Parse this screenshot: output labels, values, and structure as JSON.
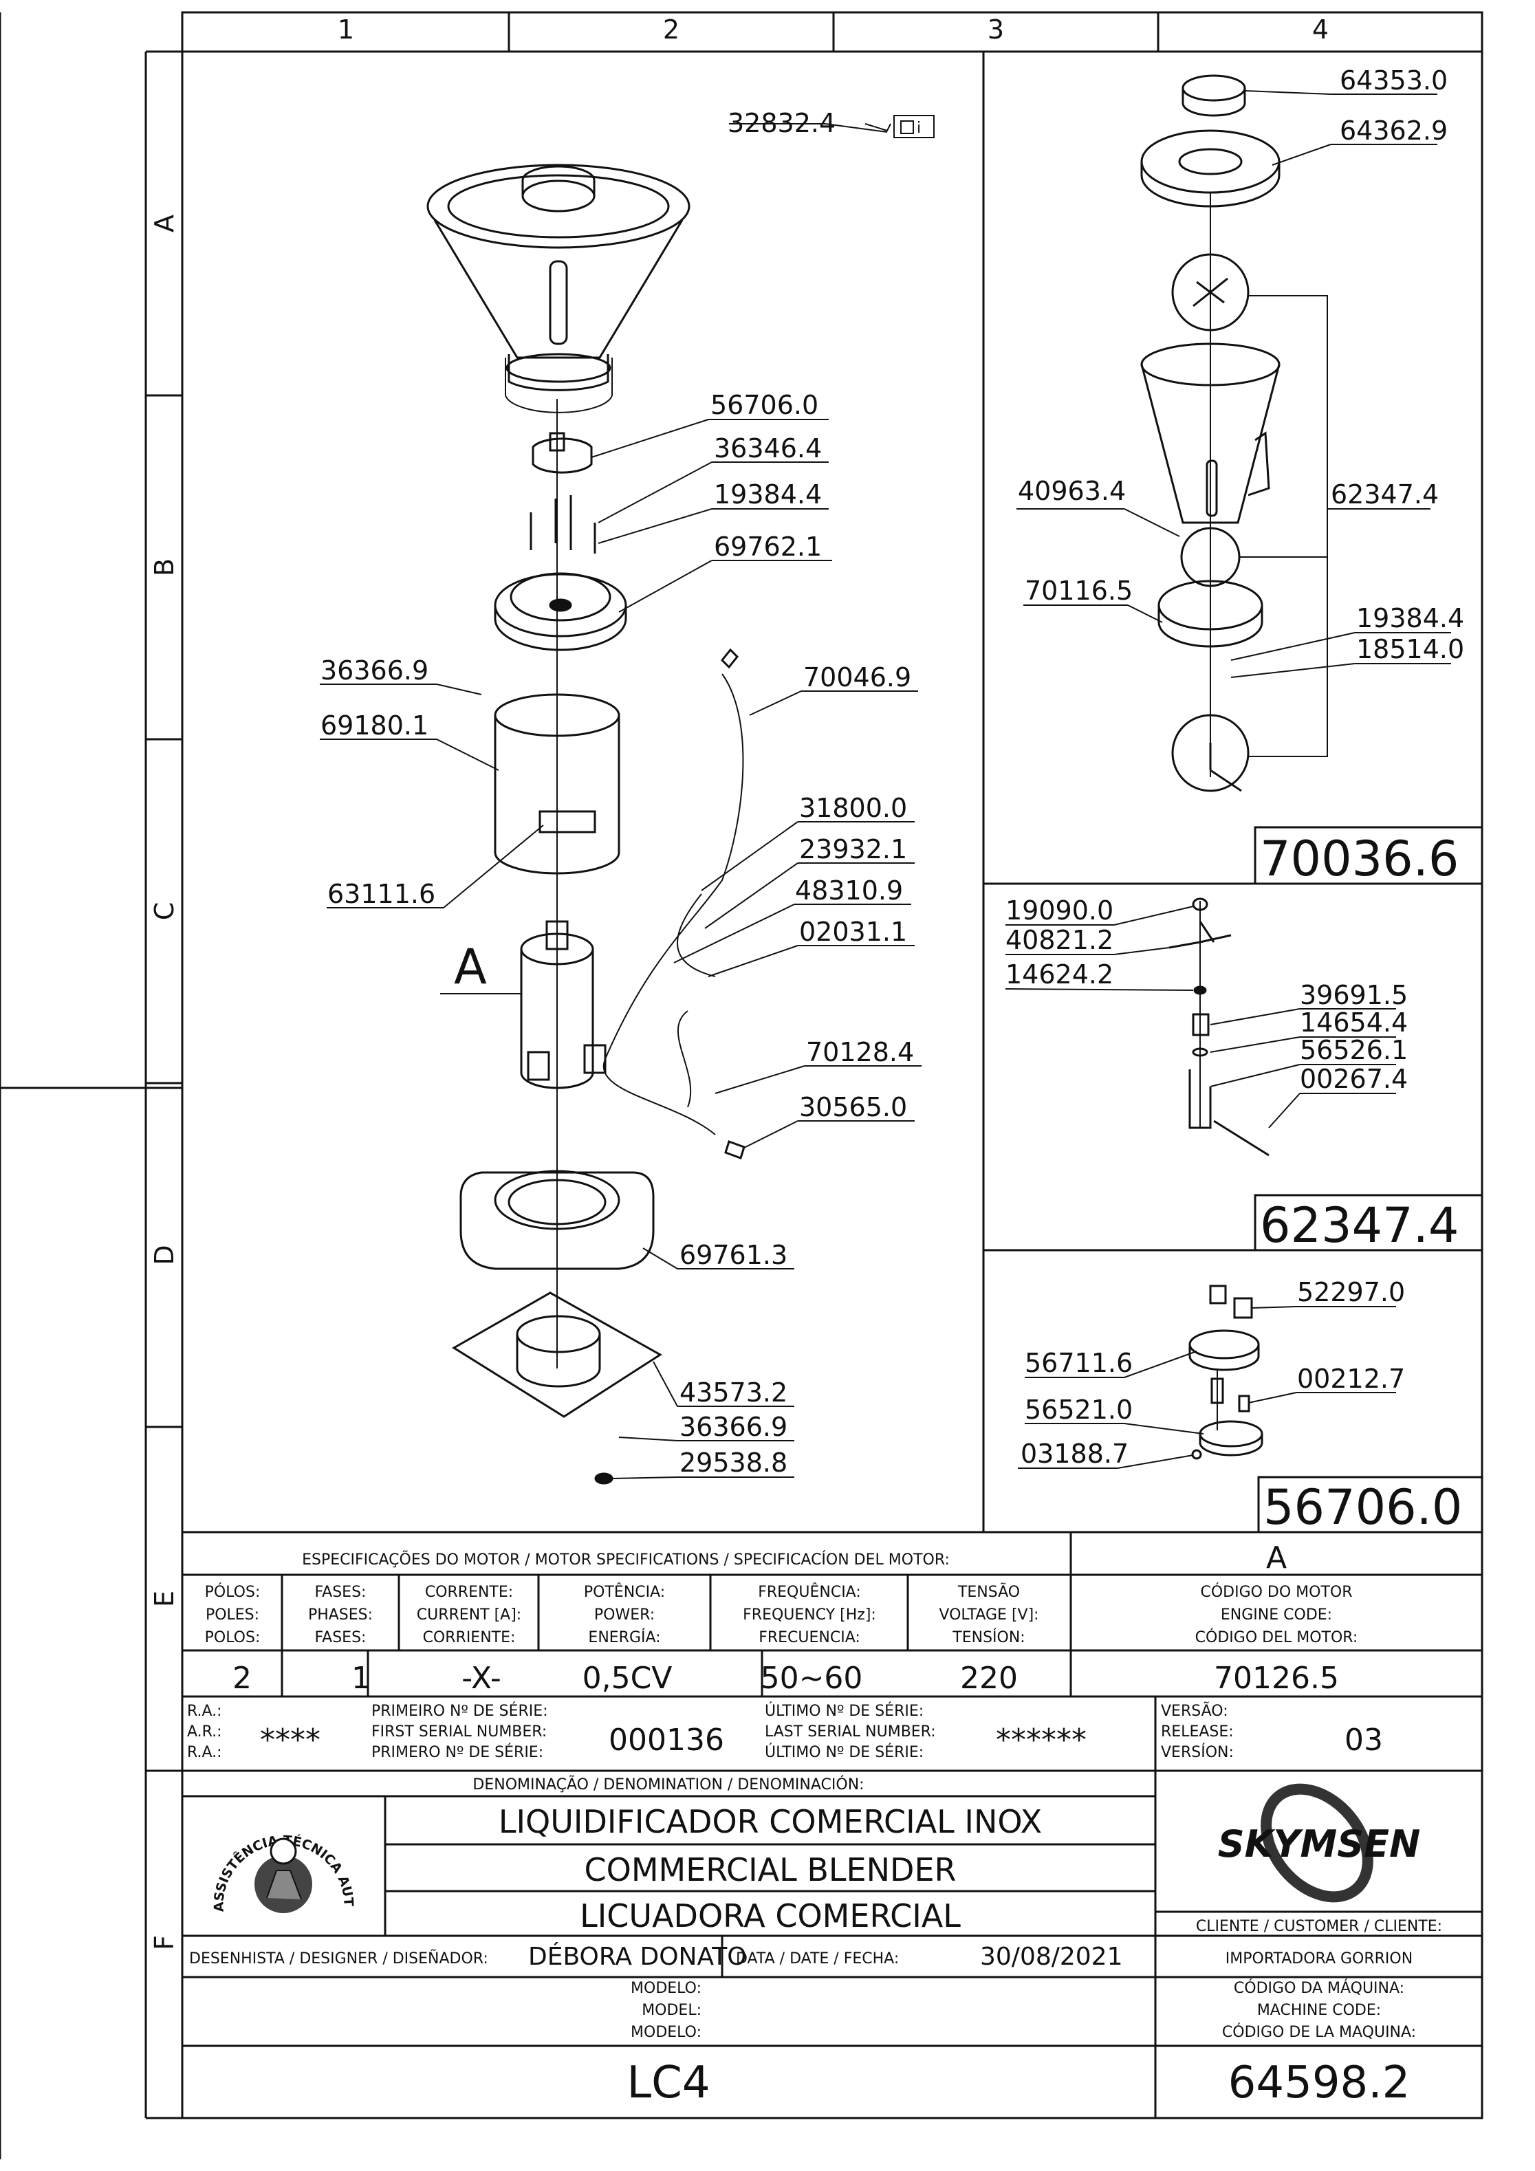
{
  "grid": {
    "columns": [
      "1",
      "2",
      "3",
      "4"
    ],
    "rows": [
      "A",
      "B",
      "C",
      "D",
      "E",
      "F"
    ]
  },
  "main_view": {
    "view_letter": "A",
    "manual_ref": "32832.4",
    "manual_icon": "info-book-icon",
    "parts": [
      "56706.0",
      "36346.4",
      "19384.4",
      "69762.1",
      "36366.9",
      "69180.1",
      "70046.9",
      "31800.0",
      "23932.1",
      "48310.9",
      "02031.1",
      "63111.6",
      "70128.4",
      "30565.0",
      "69761.3",
      "43573.2",
      "36366.9",
      "29538.8"
    ]
  },
  "detail_1": {
    "code": "70036.6",
    "parts": [
      "64353.0",
      "64362.9",
      "40963.4",
      "62347.4",
      "70116.5",
      "19384.4",
      "18514.0"
    ]
  },
  "detail_2": {
    "code": "62347.4",
    "parts": [
      "19090.0",
      "40821.2",
      "14624.2",
      "39691.5",
      "14654.4",
      "56526.1",
      "00267.4"
    ]
  },
  "detail_3": {
    "code": "56706.0",
    "parts": [
      "52297.0",
      "56711.6",
      "00212.7",
      "56521.0",
      "03188.7"
    ]
  },
  "specs": {
    "header": "ESPECIFICAÇÕES DO MOTOR / MOTOR SPECIFICATIONS / SPECIFICACÍON DEL MOTOR:",
    "motor_letter": "A",
    "columns": [
      {
        "label": [
          "PÓLOS:",
          "POLES:",
          "POLOS:"
        ],
        "value": "2"
      },
      {
        "label": [
          "FASES:",
          "PHASES:",
          "FASES:"
        ],
        "value": "1"
      },
      {
        "label": [
          "CORRENTE:",
          "CURRENT [A]:",
          "CORRIENTE:"
        ],
        "value": "-X-"
      },
      {
        "label": [
          "POTÊNCIA:",
          "POWER:",
          "ENERGÍA:"
        ],
        "value": "0,5CV"
      },
      {
        "label": [
          "FREQUÊNCIA:",
          "FREQUENCY [Hz]:",
          "FRECUENCIA:"
        ],
        "value": "50~60"
      },
      {
        "label": [
          "TENSÃO",
          "VOLTAGE [V]:",
          "TENSÍON:"
        ],
        "value": "220"
      }
    ],
    "engine_code_label": [
      "CÓDIGO DO MOTOR",
      "ENGINE CODE:",
      "CÓDIGO DEL MOTOR:"
    ],
    "engine_code": "70126.5"
  },
  "serials": {
    "ra_labels": [
      "R.A.:",
      "A.R.:",
      "R.A.:"
    ],
    "ra_value": "****",
    "first_label": [
      "PRIMEIRO Nº DE SÉRIE:",
      "FIRST SERIAL NUMBER:",
      "PRIMERO Nº DE SÉRIE:"
    ],
    "first_value": "000136",
    "last_label": [
      "ÚLTIMO Nº DE SÉRIE:",
      "LAST SERIAL NUMBER:",
      "ÚLTIMO Nº DE SÉRIE:"
    ],
    "last_value": "******",
    "version_label": [
      "VERSÃO:",
      "RELEASE:",
      "VERSÍON:"
    ],
    "version_value": "03"
  },
  "denomination": {
    "header": "DENOMINAÇÃO / DENOMINATION / DENOMINACIÓN:",
    "names": [
      "LIQUIDIFICADOR COMERCIAL INOX",
      "COMMERCIAL BLENDER",
      "LICUADORA COMERCIAL"
    ],
    "seal_text": "ASSISTÊNCIA TÉCNICA AUTORIZADA",
    "brand": "SKYMSEN",
    "customer_label": "CLIENTE / CUSTOMER / CLIENTE:",
    "customer": "IMPORTADORA GORRION"
  },
  "designer": {
    "label": "DESENHISTA / DESIGNER / DISEÑADOR:",
    "name": "DÉBORA DONATO",
    "date_label": "DATA / DATE / FECHA:",
    "date": "30/08/2021"
  },
  "model": {
    "label": [
      "MODELO:",
      "MODEL:",
      "MODELO:"
    ],
    "value": "LC4",
    "machine_code_label": [
      "CÓDIGO DA MÁQUINA:",
      "MACHINE CODE:",
      "CÓDIGO DE LA MAQUINA:"
    ],
    "machine_code": "64598.2"
  }
}
